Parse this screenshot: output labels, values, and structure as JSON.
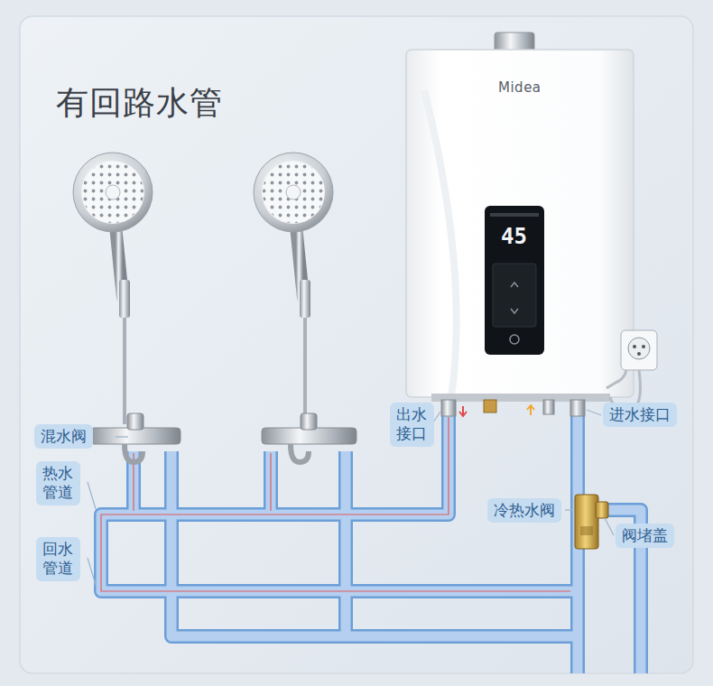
{
  "diagram": {
    "title": "有回路水管",
    "nodes": [
      {
        "text": [
          "混水阀"
        ]
      },
      {
        "text": [
          "出水接口"
        ]
      },
      {
        "text": [
          "进水接口"
        ]
      },
      {
        "text": [
          "热水管道"
        ]
      },
      {
        "text": [
          "冷热水阀"
        ]
      },
      {
        "text": [
          "阀堵盖"
        ]
      },
      {
        "text": [
          "回水管道"
        ]
      }
    ],
    "labels": [
      "Midea",
      "45"
    ]
  }
}
